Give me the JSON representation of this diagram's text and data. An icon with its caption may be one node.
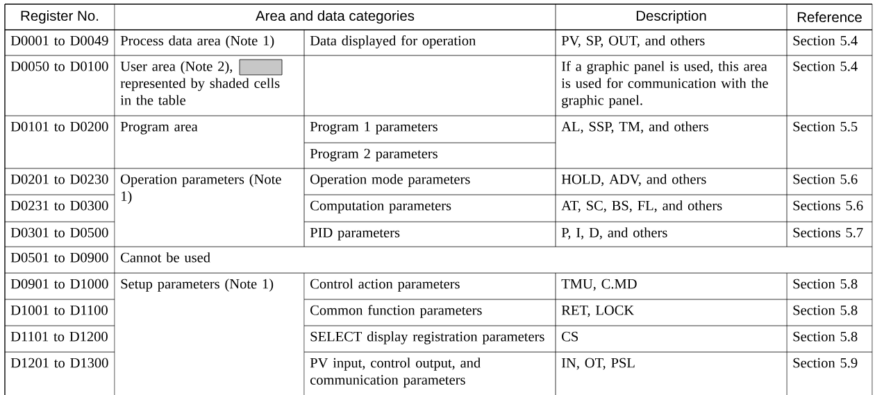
{
  "diagram": {
    "labels": [
      "Register No.",
      "Area and data categories",
      "Description",
      "Reference",
      "D0001 to D0049",
      "Process data area (Note 1)",
      "Data displayed for operation",
      "PV, SP, OUT, and others",
      "Section 5.4",
      "D0050 to D0100",
      "User area (Note 2), represented by shaded cells in the table",
      "If a graphic panel is used, this area is used for communication with the graphic panel.",
      "Section 5.4",
      "D0101 to D0200",
      "Program area",
      "Program 1 parameters",
      "AL, SSP, TM, and others",
      "Section 5.5",
      "Program 2 parameters",
      "D0201 to D0230",
      "Operation parameters (Note 1)",
      "Operation mode parameters",
      "HOLD, ADV, and others",
      "Section 5.6",
      "D0231 to D0300",
      "Computation parameters",
      "AT, SC, BS, FL, and others",
      "Sections 5.6",
      "D0301 to D0500",
      "PID parameters",
      "P, I, D, and others",
      "Sections 5.7",
      "D0501 to D0900",
      "Cannot be used",
      "D0901 to D1000",
      "Setup parameters (Note 1)",
      "Control action parameters",
      "TMU, C.MD",
      "Section 5.8",
      "D1001 to D1100",
      "Common function parameters",
      "RET, LOCK",
      "Section 5.8",
      "D1101 to D1200",
      "SELECT display registration parameters",
      "CS",
      "Section 5.8",
      "D1201 to D1300",
      "PV input, control output, and communication parameters",
      "IN, OT, PSL",
      "Section 5.9"
    ]
  }
}
